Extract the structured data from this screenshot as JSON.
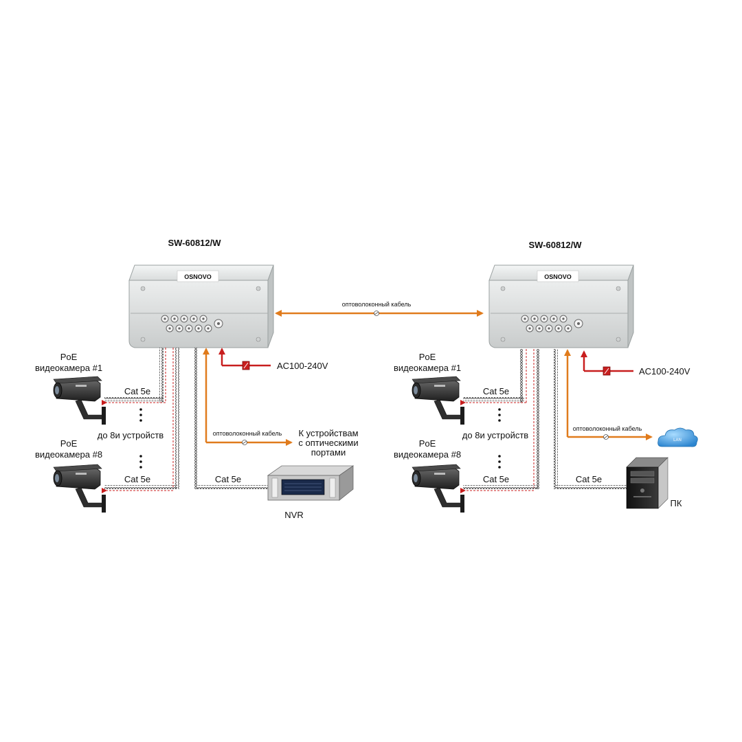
{
  "left_system": {
    "switch_model": "SW-60812/W",
    "switch_brand": "OSNOVO",
    "camera_first_label_1": "PoE",
    "camera_first_label_2": "видеокамера #1",
    "camera_last_label_1": "PoE",
    "camera_last_label_2": "видеокамера #8",
    "cable_label_top": "Cat 5e",
    "cable_label_bottom": "Cat 5e",
    "up_to_devices": "до 8и устройств",
    "power_label": "AC100-240V",
    "fiber_label": "оптоволоконный кабель",
    "optical_devices_1": "К устройствам",
    "optical_devices_2": "с оптическими",
    "optical_devices_3": "портами",
    "nvr_cable_label": "Cat 5e",
    "nvr_label": "NVR"
  },
  "right_system": {
    "switch_model": "SW-60812/W",
    "switch_brand": "OSNOVO",
    "camera_first_label_1": "PoE",
    "camera_first_label_2": "видеокамера #1",
    "camera_last_label_1": "PoE",
    "camera_last_label_2": "видеокамера #8",
    "cable_label_top": "Cat 5e",
    "cable_label_bottom": "Cat 5e",
    "up_to_devices": "до 8и устройств",
    "power_label": "AC100-240V",
    "fiber_label": "оптоволоконный кабель",
    "lan_label": "LAN",
    "pc_cable_label": "Cat 5e",
    "pc_label": "ПК"
  },
  "link": {
    "fiber_label": "оптоволоконный кабель"
  },
  "colors": {
    "fiber": "#e07b1c",
    "power": "#c81e1e",
    "cable": "#555555",
    "enclosure": "#e6e8e8",
    "cloud": "#3c9be0"
  },
  "icons": [
    "ip-camera-icon",
    "nvr-icon",
    "pc-tower-icon",
    "lan-cloud-icon",
    "fuse-icon",
    "switch-enclosure-icon"
  ]
}
